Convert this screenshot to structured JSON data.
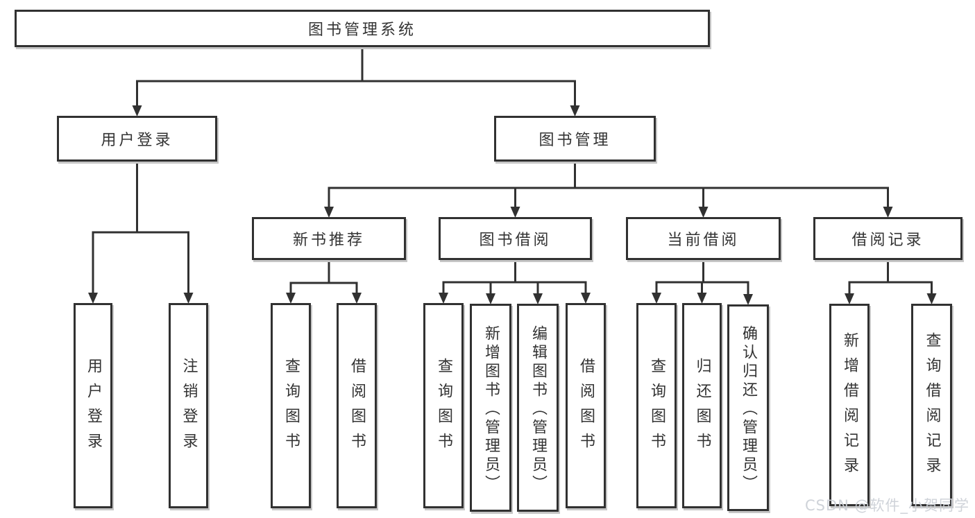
{
  "diagram": {
    "type": "hierarchy-tree",
    "title": "图书管理系统",
    "nodes": [
      {
        "id": "root",
        "label": "图书管理系统"
      },
      {
        "id": "login",
        "label": "用户登录"
      },
      {
        "id": "mgmt",
        "label": "图书管理"
      },
      {
        "id": "newbook",
        "label": "新书推荐"
      },
      {
        "id": "borrow",
        "label": "图书借阅"
      },
      {
        "id": "current",
        "label": "当前借阅"
      },
      {
        "id": "records",
        "label": "借阅记录"
      },
      {
        "id": "login-user",
        "label": "用户登录"
      },
      {
        "id": "login-logout",
        "label": "注销登录"
      },
      {
        "id": "nb-query",
        "label": "查询图书"
      },
      {
        "id": "nb-borrow",
        "label": "借阅图书"
      },
      {
        "id": "bb-query",
        "label": "查询图书"
      },
      {
        "id": "bb-add",
        "label": "新增图书（管理员）"
      },
      {
        "id": "bb-edit",
        "label": "编辑图书（管理员）"
      },
      {
        "id": "bb-borrow",
        "label": "借阅图书"
      },
      {
        "id": "cur-query",
        "label": "查询图书"
      },
      {
        "id": "cur-return",
        "label": "归还图书"
      },
      {
        "id": "cur-confirm",
        "label": "确认归还（管理员）"
      },
      {
        "id": "rec-add",
        "label": "新增借阅记录"
      },
      {
        "id": "rec-query",
        "label": "查询借阅记录"
      }
    ],
    "hierarchy": {
      "root": [
        "login",
        "mgmt"
      ],
      "login": [
        "login-user",
        "login-logout"
      ],
      "mgmt": [
        "newbook",
        "borrow",
        "current",
        "records"
      ],
      "newbook": [
        "nb-query",
        "nb-borrow"
      ],
      "borrow": [
        "bb-query",
        "bb-add",
        "bb-edit",
        "bb-borrow"
      ],
      "current": [
        "cur-query",
        "cur-return",
        "cur-confirm"
      ],
      "records": [
        "rec-add",
        "rec-query"
      ]
    },
    "line_color": "#313131"
  },
  "watermark": {
    "text": "CSDN @软件_小贺同学",
    "color": "#cdd1d7"
  }
}
